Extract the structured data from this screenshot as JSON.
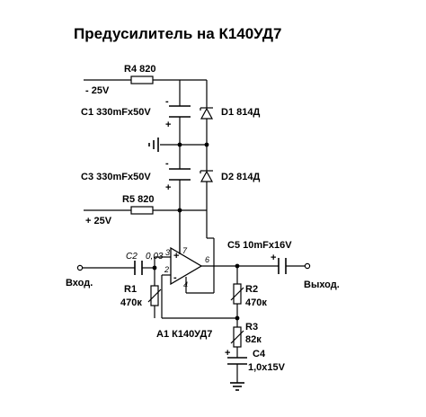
{
  "title": "Предусилитель на К140УД7",
  "labels": {
    "r4": "R4 820",
    "minus_supply": "- 25V",
    "c1": "C1 330mFx50V",
    "d1": "D1 814Д",
    "c3": "C3 330mFx50V",
    "d2": "D2 814Д",
    "r5": "R5 820",
    "plus_supply": "+ 25V",
    "c2": "C2",
    "c2_value": "0,03",
    "c5": "C5 10mFx16V",
    "input": "Вход.",
    "output": "Выход.",
    "r1": "R1",
    "r1_value": "470к",
    "r2": "R2",
    "r2_value": "470к",
    "r3": "R3",
    "r3_value": "82к",
    "c4": "C4",
    "c4_value": "1,0x15V",
    "a1": "A1 К140УД7"
  },
  "pins": {
    "p3": "3",
    "p2": "2",
    "p7": "7",
    "p6": "6",
    "p4": "4"
  },
  "polarity": {
    "minus": "-",
    "plus": "+"
  }
}
